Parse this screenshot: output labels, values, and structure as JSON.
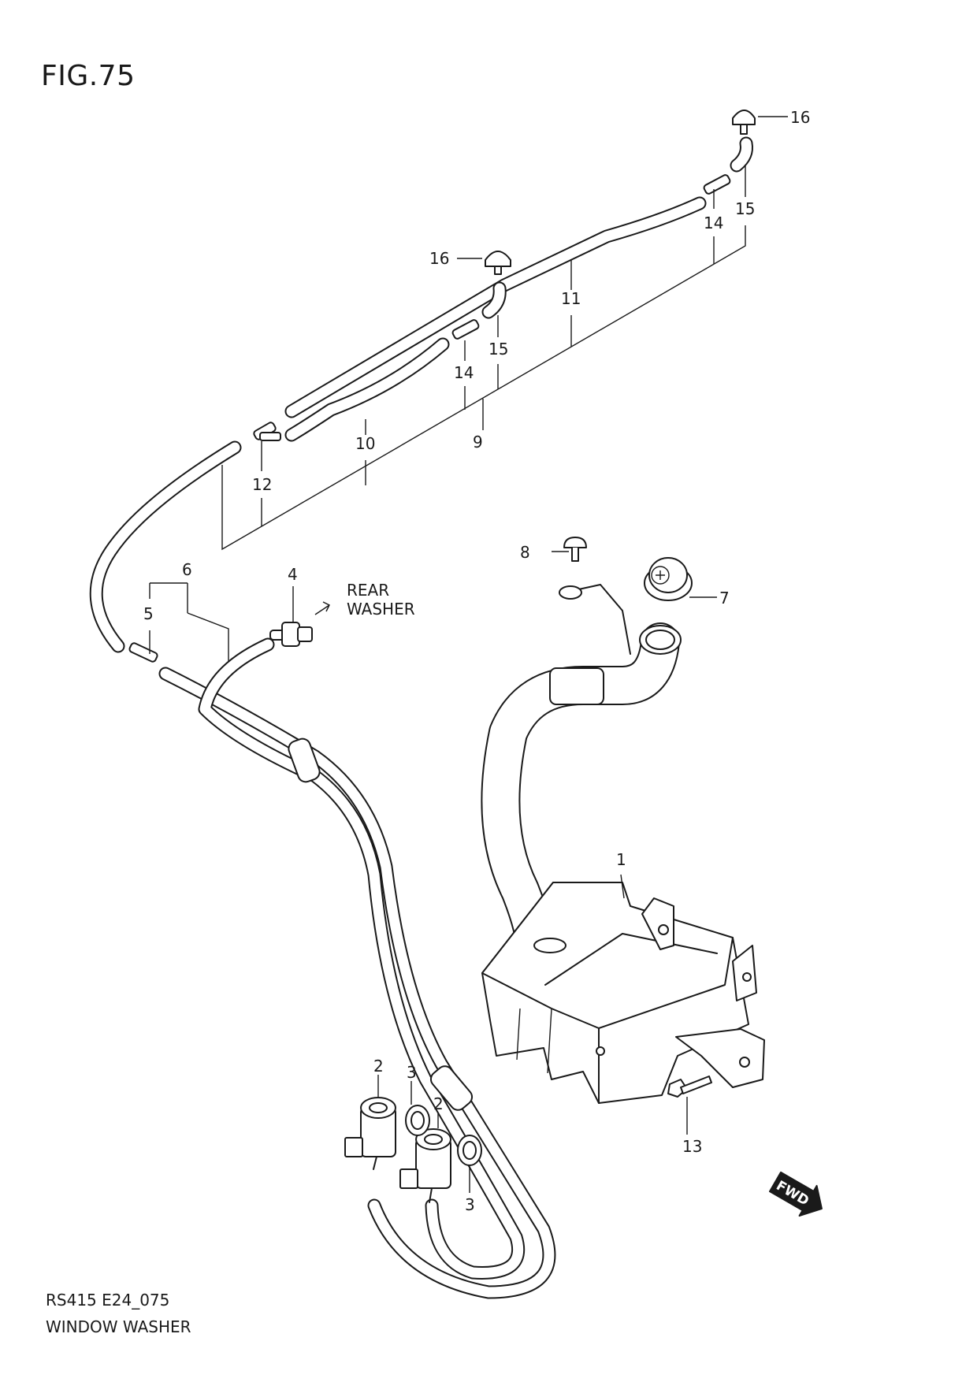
{
  "figure": {
    "title": "FIG.75"
  },
  "footer": {
    "code": "RS415 E24_075",
    "name": "WINDOW WASHER"
  },
  "callouts": [
    {
      "id": "1",
      "part": "washer tank"
    },
    {
      "id": "2",
      "part": "washer pump"
    },
    {
      "id": "2b",
      "label": "2",
      "part": "washer pump"
    },
    {
      "id": "3",
      "part": "grommet"
    },
    {
      "id": "3b",
      "label": "3",
      "part": "grommet"
    },
    {
      "id": "4",
      "part": "cap"
    },
    {
      "id": "5",
      "part": "joint"
    },
    {
      "id": "6",
      "part": "hose"
    },
    {
      "id": "7",
      "part": "joint"
    },
    {
      "id": "8",
      "part": "bolt"
    },
    {
      "id": "9",
      "part": "clip"
    },
    {
      "id": "10",
      "part": "hose"
    },
    {
      "id": "11",
      "part": "hose"
    },
    {
      "id": "12",
      "part": "hose"
    },
    {
      "id": "13",
      "part": "joint"
    },
    {
      "id": "14",
      "part": "joint"
    },
    {
      "id": "14b",
      "label": "14",
      "part": "joint"
    },
    {
      "id": "15",
      "part": "hose"
    },
    {
      "id": "15b",
      "label": "15",
      "part": "hose"
    },
    {
      "id": "16",
      "part": "nozzle"
    },
    {
      "id": "16b",
      "label": "16",
      "part": "nozzle"
    }
  ],
  "annotations": {
    "rear_washer_line1": "REAR",
    "rear_washer_line2": "WASHER",
    "fwd_badge": "FWD"
  }
}
